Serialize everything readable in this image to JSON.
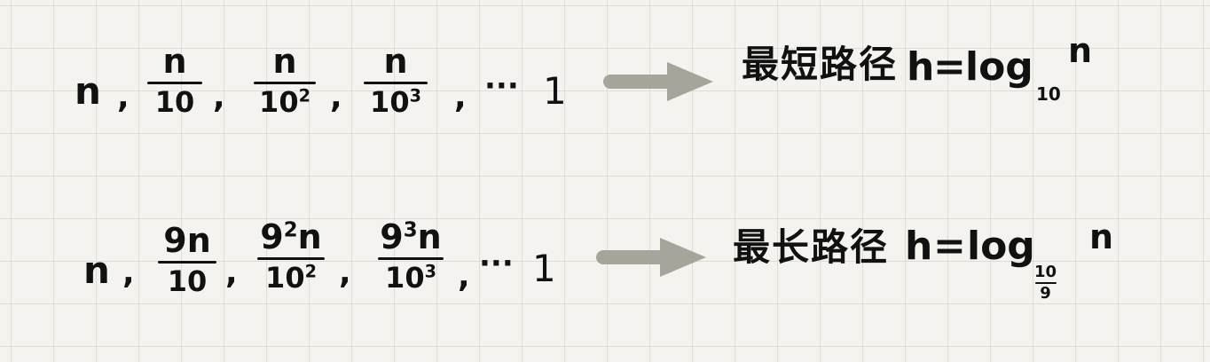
{
  "row1": {
    "start": "n",
    "sep": ",",
    "f1_num": "n",
    "f1_den": "10",
    "f2_num": "n",
    "f2_den_base": "10",
    "f2_den_exp": "2",
    "f3_num": "n",
    "f3_den_base": "10",
    "f3_den_exp": "3",
    "ellipsis": "···",
    "end": "1",
    "label": "最短路径",
    "h": "h",
    "eq": "=",
    "log": "log",
    "base": "10",
    "arg": "n"
  },
  "row2": {
    "start": "n",
    "sep": ",",
    "f1_num": "9n",
    "f1_den": "10",
    "f2_num_base": "9",
    "f2_num_exp": "2",
    "f2_num_tail": "n",
    "f2_den_base": "10",
    "f2_den_exp": "2",
    "f3_num_base": "9",
    "f3_num_exp": "3",
    "f3_num_tail": "n",
    "f3_den_base": "10",
    "f3_den_exp": "3",
    "ellipsis": "···",
    "end": "1",
    "label": "最长路径",
    "h": "h",
    "eq": "=",
    "log": "log",
    "base_num": "10",
    "base_den": "9",
    "arg": "n"
  },
  "colors": {
    "paper": "#f4f3ef",
    "grid": "#dddcd6",
    "ink": "#111111",
    "arrow": "#a7a49b"
  }
}
